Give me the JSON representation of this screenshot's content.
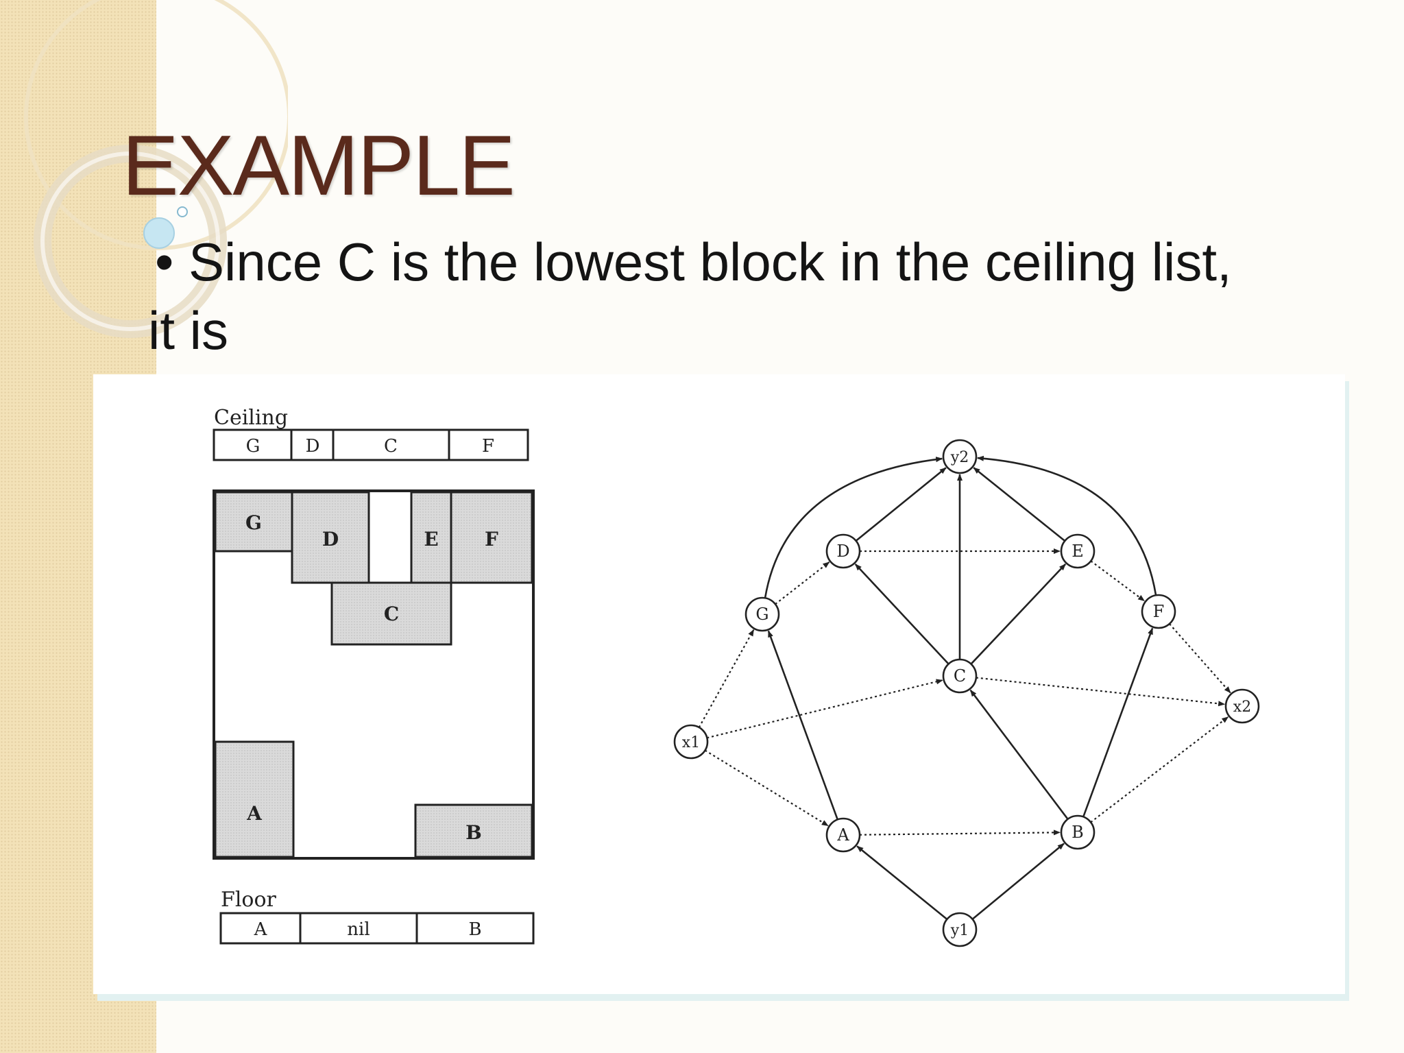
{
  "slide": {
    "title": "EXAMPLE",
    "bullet_marker": "•",
    "bullet_text_line1": "Since C is the lowest block in the ceiling list,",
    "bullet_text_line2": "it is"
  },
  "colors": {
    "title": "#5a2a1c",
    "side_strip": "#f3e2b8",
    "text": "#141414",
    "block_fill": "#d4d4d4",
    "panel_shadow": "#e2f1f1"
  },
  "diagram": {
    "ceiling_label": "Ceiling",
    "ceiling_cells": [
      "G",
      "D",
      "C",
      "F"
    ],
    "floor_label": "Floor",
    "floor_cells": [
      "A",
      "nil",
      "B"
    ],
    "blocks": [
      "G",
      "D",
      "E",
      "F",
      "C",
      "A",
      "B"
    ],
    "graph_nodes": [
      "y2",
      "D",
      "E",
      "G",
      "F",
      "C",
      "x1",
      "x2",
      "A",
      "B",
      "y1"
    ],
    "graph_edges": [
      {
        "from": "G",
        "to": "y2",
        "style": "solid"
      },
      {
        "from": "D",
        "to": "y2",
        "style": "solid"
      },
      {
        "from": "C",
        "to": "y2",
        "style": "solid"
      },
      {
        "from": "E",
        "to": "y2",
        "style": "solid"
      },
      {
        "from": "F",
        "to": "y2",
        "style": "solid"
      },
      {
        "from": "C",
        "to": "D",
        "style": "solid"
      },
      {
        "from": "C",
        "to": "E",
        "style": "solid"
      },
      {
        "from": "A",
        "to": "G",
        "style": "solid"
      },
      {
        "from": "B",
        "to": "C",
        "style": "solid"
      },
      {
        "from": "B",
        "to": "F",
        "style": "solid"
      },
      {
        "from": "y1",
        "to": "A",
        "style": "solid"
      },
      {
        "from": "y1",
        "to": "B",
        "style": "solid"
      },
      {
        "from": "D",
        "to": "E",
        "style": "dotted"
      },
      {
        "from": "G",
        "to": "D",
        "style": "dotted"
      },
      {
        "from": "E",
        "to": "F",
        "style": "dotted"
      },
      {
        "from": "x1",
        "to": "G",
        "style": "dotted"
      },
      {
        "from": "x1",
        "to": "C",
        "style": "dotted"
      },
      {
        "from": "x1",
        "to": "A",
        "style": "dotted"
      },
      {
        "from": "C",
        "to": "x2",
        "style": "dotted"
      },
      {
        "from": "F",
        "to": "x2",
        "style": "dotted"
      },
      {
        "from": "A",
        "to": "B",
        "style": "dotted"
      },
      {
        "from": "B",
        "to": "x2",
        "style": "dotted"
      }
    ]
  }
}
